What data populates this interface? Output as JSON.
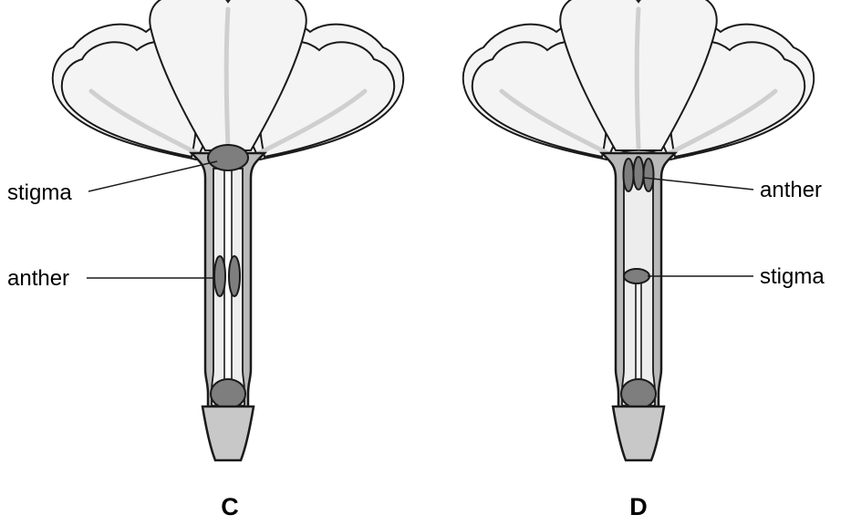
{
  "flower_c": {
    "caption": "C",
    "label_stigma": "stigma",
    "label_anther": "anther"
  },
  "flower_d": {
    "caption": "D",
    "label_anther": "anther",
    "label_stigma": "stigma"
  }
}
